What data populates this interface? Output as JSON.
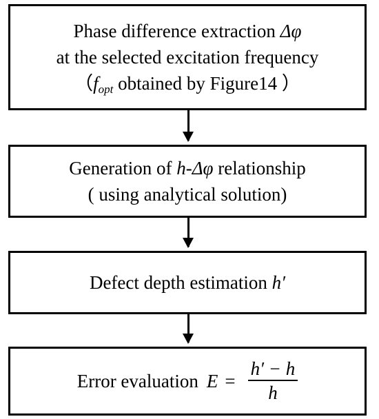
{
  "steps": [
    {
      "line1_text": "Phase difference extraction ",
      "line1_symbol": "Δφ",
      "line2": "at the selected excitation frequency",
      "line3_open": "（",
      "line3_var": "f",
      "line3_sub": "opt",
      "line3_text": " obtained by Figure14 ）"
    },
    {
      "line1_text": "Generation of ",
      "line1_symbol": "h-Δφ",
      "line1_after": " relationship",
      "line2": "( using analytical solution)"
    },
    {
      "text": "Defect depth estimation ",
      "symbol": "h′"
    },
    {
      "text": "Error evaluation",
      "eq_var": "E",
      "eq_sign": "=",
      "numerator": "h′ − h",
      "denominator": "h"
    }
  ]
}
